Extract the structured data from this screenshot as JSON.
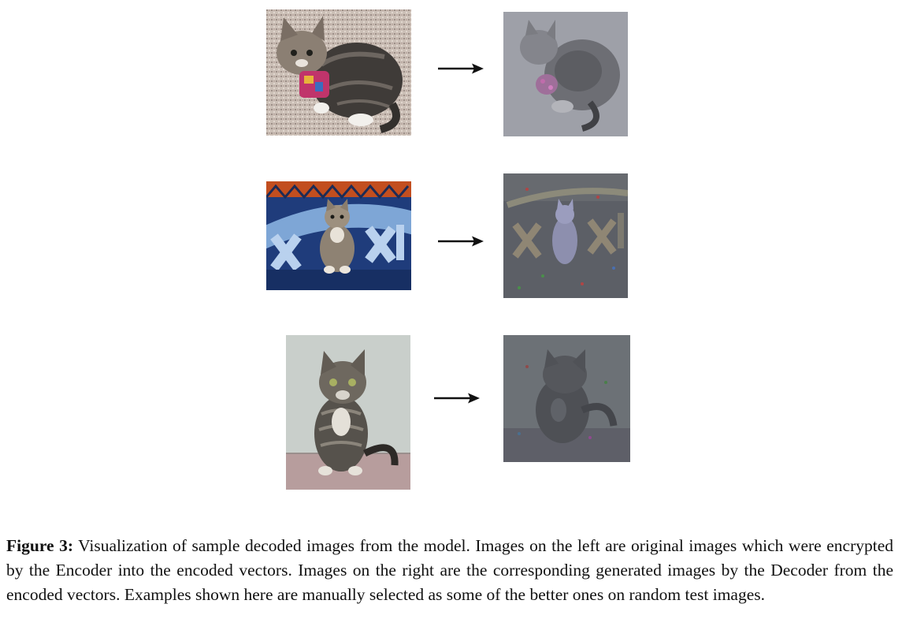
{
  "figure": {
    "rows": [
      {
        "original": {
          "subject": "kitten-lying-on-carpet-with-toy"
        },
        "decoded": {
          "subject": "decoded-kitten-lying-gray"
        }
      },
      {
        "original": {
          "subject": "kitten-on-super-bowl-banner"
        },
        "decoded": {
          "subject": "decoded-kitten-on-banner-gray"
        }
      },
      {
        "original": {
          "subject": "kitten-sitting-against-wall"
        },
        "decoded": {
          "subject": "decoded-kitten-sitting-gray"
        }
      }
    ],
    "arrow_icon": "right-arrow-icon"
  },
  "caption": {
    "label": "Figure 3:",
    "text": " Visualization of sample decoded images from the model. Images on the left are original images which were encrypted by the Encoder into the encoded vectors. Images on the right are the corresponding generated images by the Decoder from the encoded vectors. Examples shown here are manually selected as some of the better ones on random test images."
  },
  "colors": {
    "arrow": "#111111",
    "caption_text": "#111111"
  }
}
